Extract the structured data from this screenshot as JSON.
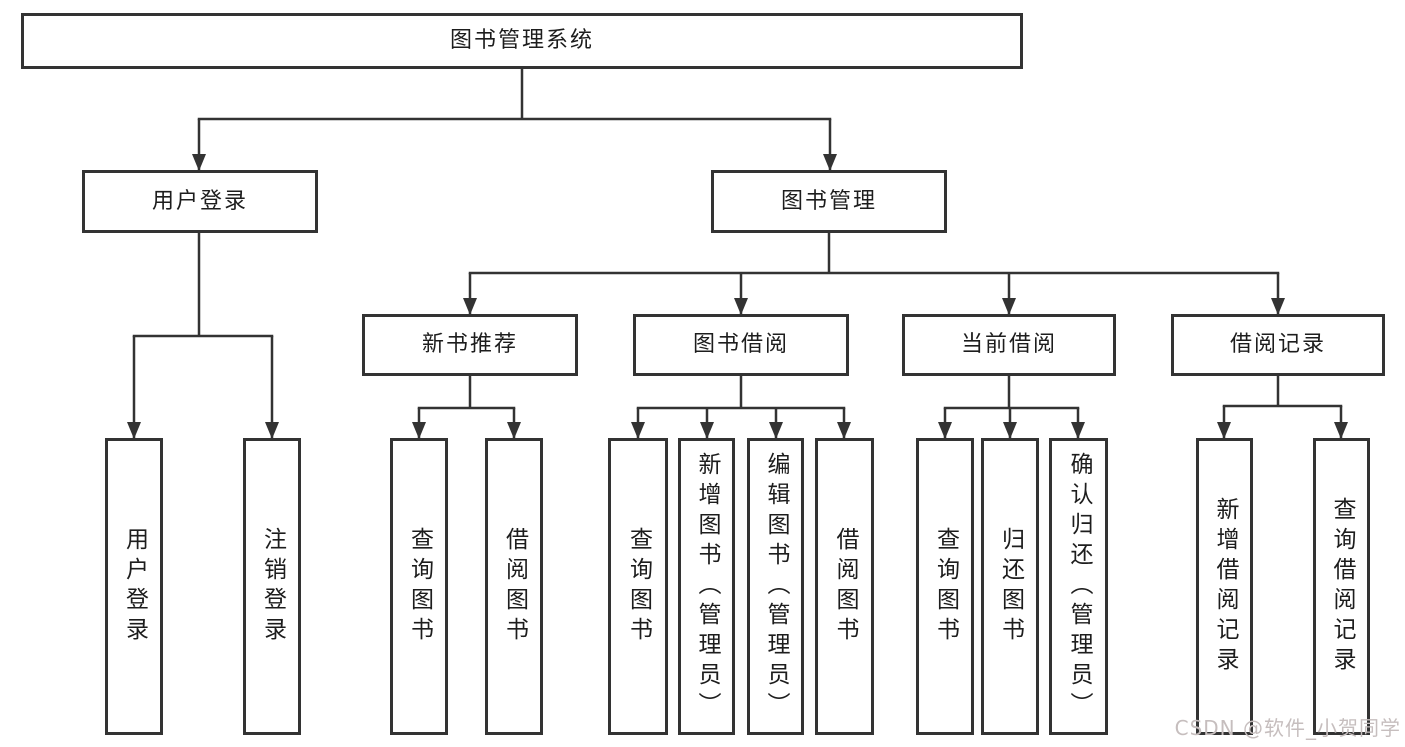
{
  "watermark": "CSDN @软件_小贺同学",
  "colors": {
    "line": "#333333",
    "text": "#1d1d1d",
    "watermark_text": "#c6bebe",
    "background": "#ffffff"
  },
  "tree": {
    "label": "图书管理系统",
    "children": [
      {
        "label": "用户登录",
        "children": [
          {
            "label": "用户登录"
          },
          {
            "label": "注销登录"
          }
        ]
      },
      {
        "label": "图书管理",
        "children": [
          {
            "label": "新书推荐",
            "children": [
              {
                "label": "查询图书"
              },
              {
                "label": "借阅图书"
              }
            ]
          },
          {
            "label": "图书借阅",
            "children": [
              {
                "label": "查询图书"
              },
              {
                "label": "新增图书（管理员）"
              },
              {
                "label": "编辑图书（管理员）"
              },
              {
                "label": "借阅图书"
              }
            ]
          },
          {
            "label": "当前借阅",
            "children": [
              {
                "label": "查询图书"
              },
              {
                "label": "归还图书"
              },
              {
                "label": "确认归还（管理员）"
              }
            ]
          },
          {
            "label": "借阅记录",
            "children": [
              {
                "label": "新增借阅记录"
              },
              {
                "label": "查询借阅记录"
              }
            ]
          }
        ]
      }
    ]
  }
}
